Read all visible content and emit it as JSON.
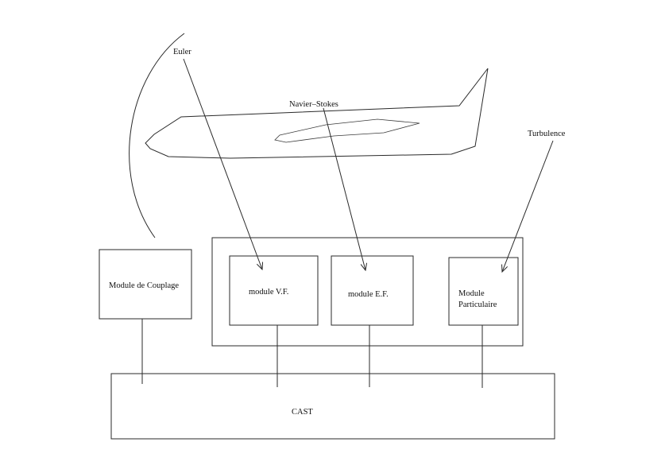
{
  "labels": {
    "euler": "Euler",
    "navier_stokes": "Navier–Stokes",
    "turbulence": "Turbulence",
    "couplage": "Module de Couplage",
    "vf": "module V.F.",
    "ef": "module E.F.",
    "particulaire_line1": "Module",
    "particulaire_line2": "Particulaire",
    "cast": "CAST"
  },
  "colors": {
    "line": "#2a2a2a",
    "text": "#111111",
    "background": "#ffffff"
  }
}
